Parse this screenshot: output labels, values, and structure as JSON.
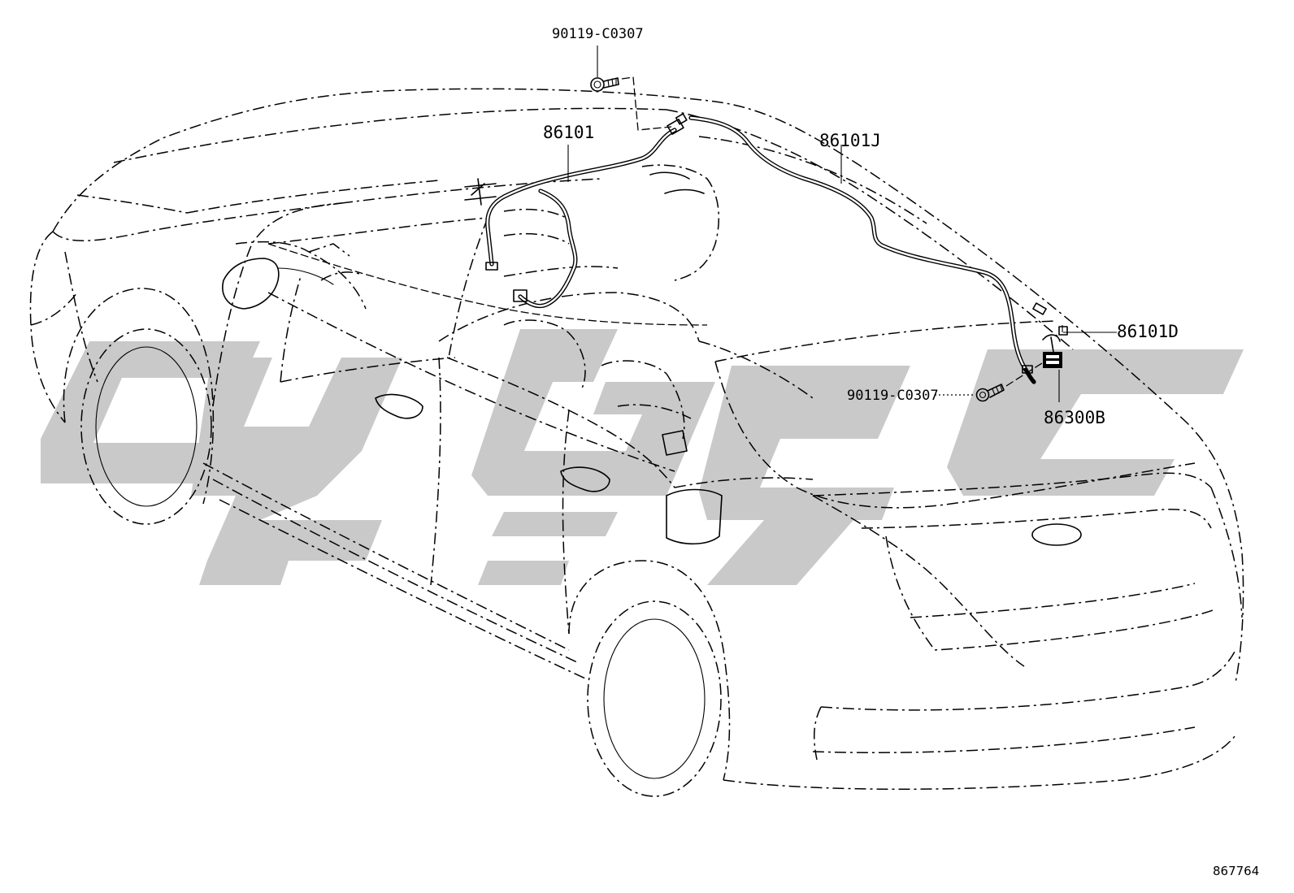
{
  "labels": {
    "bolt_top": "90119-C0307",
    "harness_main": "86101",
    "harness_j": "86101J",
    "harness_d": "86101D",
    "bolt_right": "90119-C0307",
    "amplifier": "86300B",
    "illustration_id": "867764"
  },
  "colors": {
    "line": "#000000",
    "watermark": "#c9c9c9",
    "background": "#ffffff"
  },
  "icons": {
    "bolt": "bolt-icon",
    "connector": "connector-icon",
    "antenna_amplifier": "amplifier-icon"
  }
}
